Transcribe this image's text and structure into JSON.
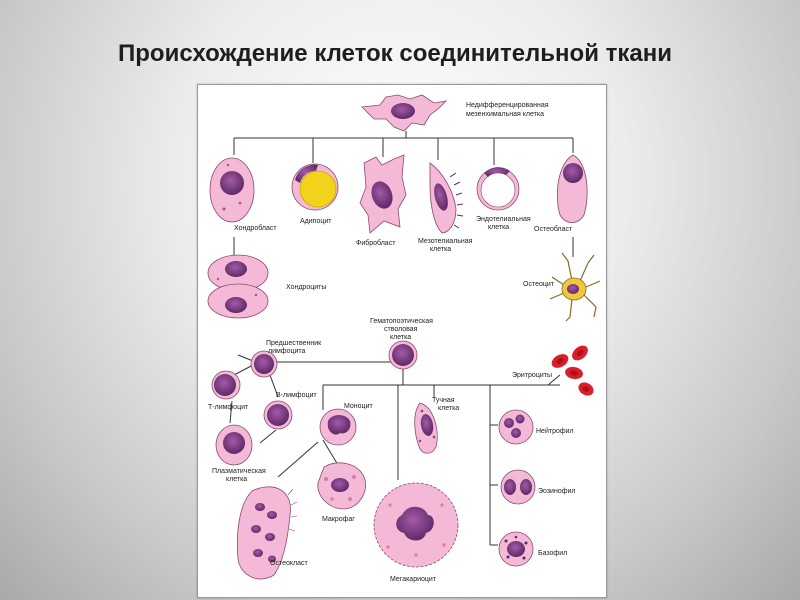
{
  "slide": {
    "title": "Происхождение клеток соединительной ткани"
  },
  "figure": {
    "labels": {
      "mesenchymal": [
        "Недифференцированная",
        "мезенхимальная клетка"
      ],
      "chondroblast": "Хондробласт",
      "adipocyte": "Адипоцит",
      "fibroblast": "Фибробласт",
      "mesothelial": [
        "Мезотелиальная",
        "клетка"
      ],
      "endothelial": [
        "Эндотелиальная",
        "клетка"
      ],
      "osteoblast": "Остеобласт",
      "chondrocytes": "Хондроциты",
      "osteocyte": "Остеоцит",
      "hematopoietic": [
        "Гематопоэтическая",
        "стволовая",
        "клетка"
      ],
      "lymphoid_precursor": [
        "Предшественник",
        "лимфоцита"
      ],
      "erythrocytes": "Эритроциты",
      "t_lymphocyte": "Т-лимфоцит",
      "b_lymphocyte": "В-лимфоцит",
      "monocyte": "Моноцит",
      "mast_cell": [
        "Тучная",
        "клетка"
      ],
      "neutrophil": "Нейтрофил",
      "plasma_cell": [
        "Плазматическая",
        "клетка"
      ],
      "eosinophil": "Эозинофил",
      "macrophage": "Макрофаг",
      "osteoclast": "Остеокласт",
      "megakaryocyte": "Мегакариоцит",
      "basophil": "Базофил"
    },
    "colors": {
      "cytoplasm": "#f4b9d6",
      "cytoplasm_stroke": "#8a4a6e",
      "nucleus": "#8a3f8c",
      "nucleus_dark": "#5d2a66",
      "fat": "#f2d21a",
      "erythrocyte": "#d8202a",
      "line": "#333333"
    }
  }
}
